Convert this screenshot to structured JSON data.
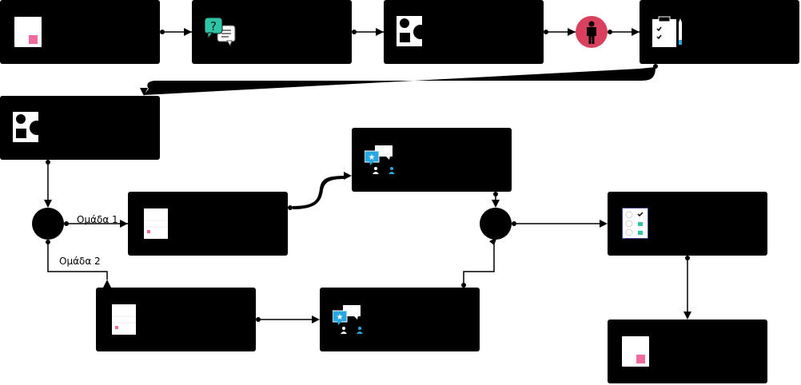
{
  "diagram": {
    "type": "flowchart",
    "labels": {
      "group1": "Ομάδα 1",
      "group2": "Ομάδα 2"
    },
    "colors": {
      "card": "#000000",
      "connector": "#000000",
      "person_badge": "#d9405e",
      "pink_accent": "#f06ba0",
      "teal_accent": "#2ec4a6",
      "blue_accent": "#29a8e0"
    },
    "nodes": [
      {
        "id": "n1",
        "kind": "card",
        "icon": "document-icon"
      },
      {
        "id": "n2",
        "kind": "card",
        "icon": "chat-question-icon"
      },
      {
        "id": "n3",
        "kind": "card",
        "icon": "shapes-icon"
      },
      {
        "id": "n4",
        "kind": "event",
        "icon": "person-icon"
      },
      {
        "id": "n5",
        "kind": "card",
        "icon": "clipboard-checklist-icon"
      },
      {
        "id": "n6",
        "kind": "card",
        "icon": "shapes-icon"
      },
      {
        "id": "g1",
        "kind": "gateway"
      },
      {
        "id": "n7",
        "kind": "card",
        "icon": "document-icon"
      },
      {
        "id": "n8",
        "kind": "card",
        "icon": "feedback-people-icon"
      },
      {
        "id": "g2",
        "kind": "gateway"
      },
      {
        "id": "n9",
        "kind": "card",
        "icon": "checklist-icon"
      },
      {
        "id": "n10",
        "kind": "card",
        "icon": "document-icon"
      },
      {
        "id": "n11",
        "kind": "card",
        "icon": "feedback-people-icon"
      },
      {
        "id": "n12",
        "kind": "card",
        "icon": "document-icon"
      }
    ],
    "edges": [
      {
        "from": "n1",
        "to": "n2"
      },
      {
        "from": "n2",
        "to": "n3"
      },
      {
        "from": "n3",
        "to": "n4"
      },
      {
        "from": "n4",
        "to": "n5"
      },
      {
        "from": "n5",
        "to": "n6"
      },
      {
        "from": "n6",
        "to": "g1"
      },
      {
        "from": "g1",
        "to": "n7",
        "label": "group1"
      },
      {
        "from": "g1",
        "to": "n10",
        "label": "group2"
      },
      {
        "from": "n7",
        "to": "n8"
      },
      {
        "from": "n8",
        "to": "g2"
      },
      {
        "from": "n10",
        "to": "n11"
      },
      {
        "from": "n11",
        "to": "g2"
      },
      {
        "from": "g2",
        "to": "n9"
      },
      {
        "from": "n9",
        "to": "n12"
      }
    ]
  }
}
